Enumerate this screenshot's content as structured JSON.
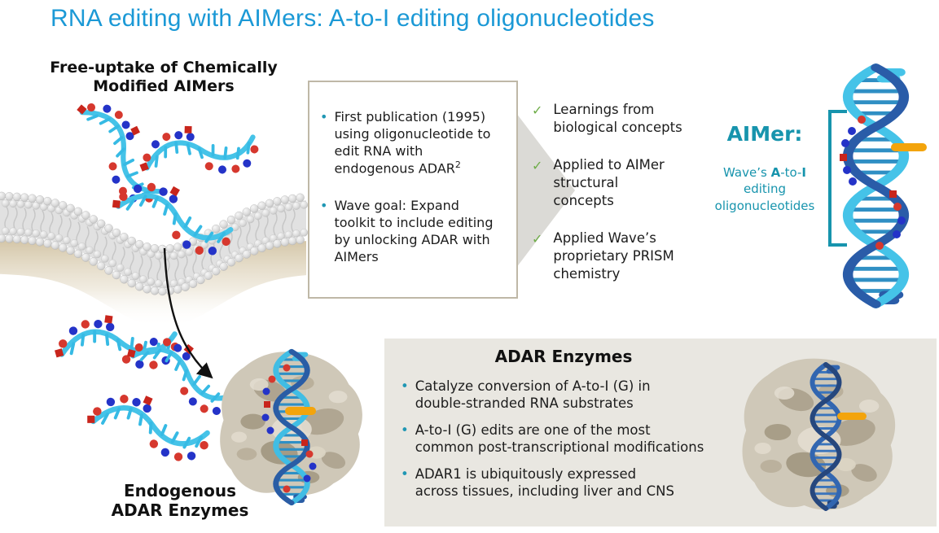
{
  "title": "RNA editing with AIMers: A-to-I editing oligonucleotides",
  "free_uptake_label": {
    "line1": "Free-uptake of Chemically",
    "line2": "Modified AIMers"
  },
  "endogenous_label": {
    "line1": "Endogenous",
    "line2": "ADAR Enzymes"
  },
  "center_box": {
    "bullet1_lines": [
      "First publication (1995)",
      "using oligonucleotide to",
      "edit RNA with",
      "endogenous ADAR"
    ],
    "bullet1_superscript": "2",
    "bullet2_lines": [
      "Wave goal: Expand",
      "toolkit to include editing",
      "by unlocking ADAR with",
      "AIMers"
    ]
  },
  "checklist": {
    "items": [
      {
        "lines": [
          "Learnings from",
          "biological concepts"
        ]
      },
      {
        "lines": [
          "Applied to AIMer",
          "structural",
          "concepts"
        ]
      },
      {
        "lines": [
          "Applied Wave’s",
          "proprietary PRISM",
          "chemistry"
        ]
      }
    ]
  },
  "aimer_panel": {
    "title_bold": "AI",
    "title_rest": "Mer:",
    "subtitle_pre": "Wave’s ",
    "subtitle_bold1": "A",
    "subtitle_mid": "-to-",
    "subtitle_bold2": "I",
    "subtitle_line2": "editing",
    "subtitle_line3": "oligonucleotides"
  },
  "adar_panel": {
    "heading": "ADAR Enzymes",
    "bullets": [
      {
        "lines": [
          "Catalyze conversion of A-to-I (G) in",
          "double-stranded RNA substrates"
        ]
      },
      {
        "lines": [
          "A-to-I (G) edits are one of the most",
          "common post-transcriptional modifications"
        ]
      },
      {
        "lines": [
          "ADAR1 is ubiquitously expressed",
          "across tissues, including liver and CNS"
        ]
      }
    ]
  },
  "icons": {
    "check": "✓",
    "bullet": "•"
  },
  "colors": {
    "title_blue": "#1b99d6",
    "teal_accent": "#1794ad",
    "check_green": "#6fad49",
    "bullet_teal": "#2097b4",
    "box_border_tan": "#bfb8a7",
    "panel_bg": "#e9e7e1",
    "chevron_gray": "#dbdad6",
    "helix_navy": "#2a5ca8",
    "helix_cyan": "#45c3e8",
    "bead_red": "#d6382e",
    "bead_blue": "#2433c8",
    "capsule_orange": "#f3a40c",
    "membrane_gray": "#d9d9d9",
    "enzyme_tan": "#cfc8b8"
  }
}
